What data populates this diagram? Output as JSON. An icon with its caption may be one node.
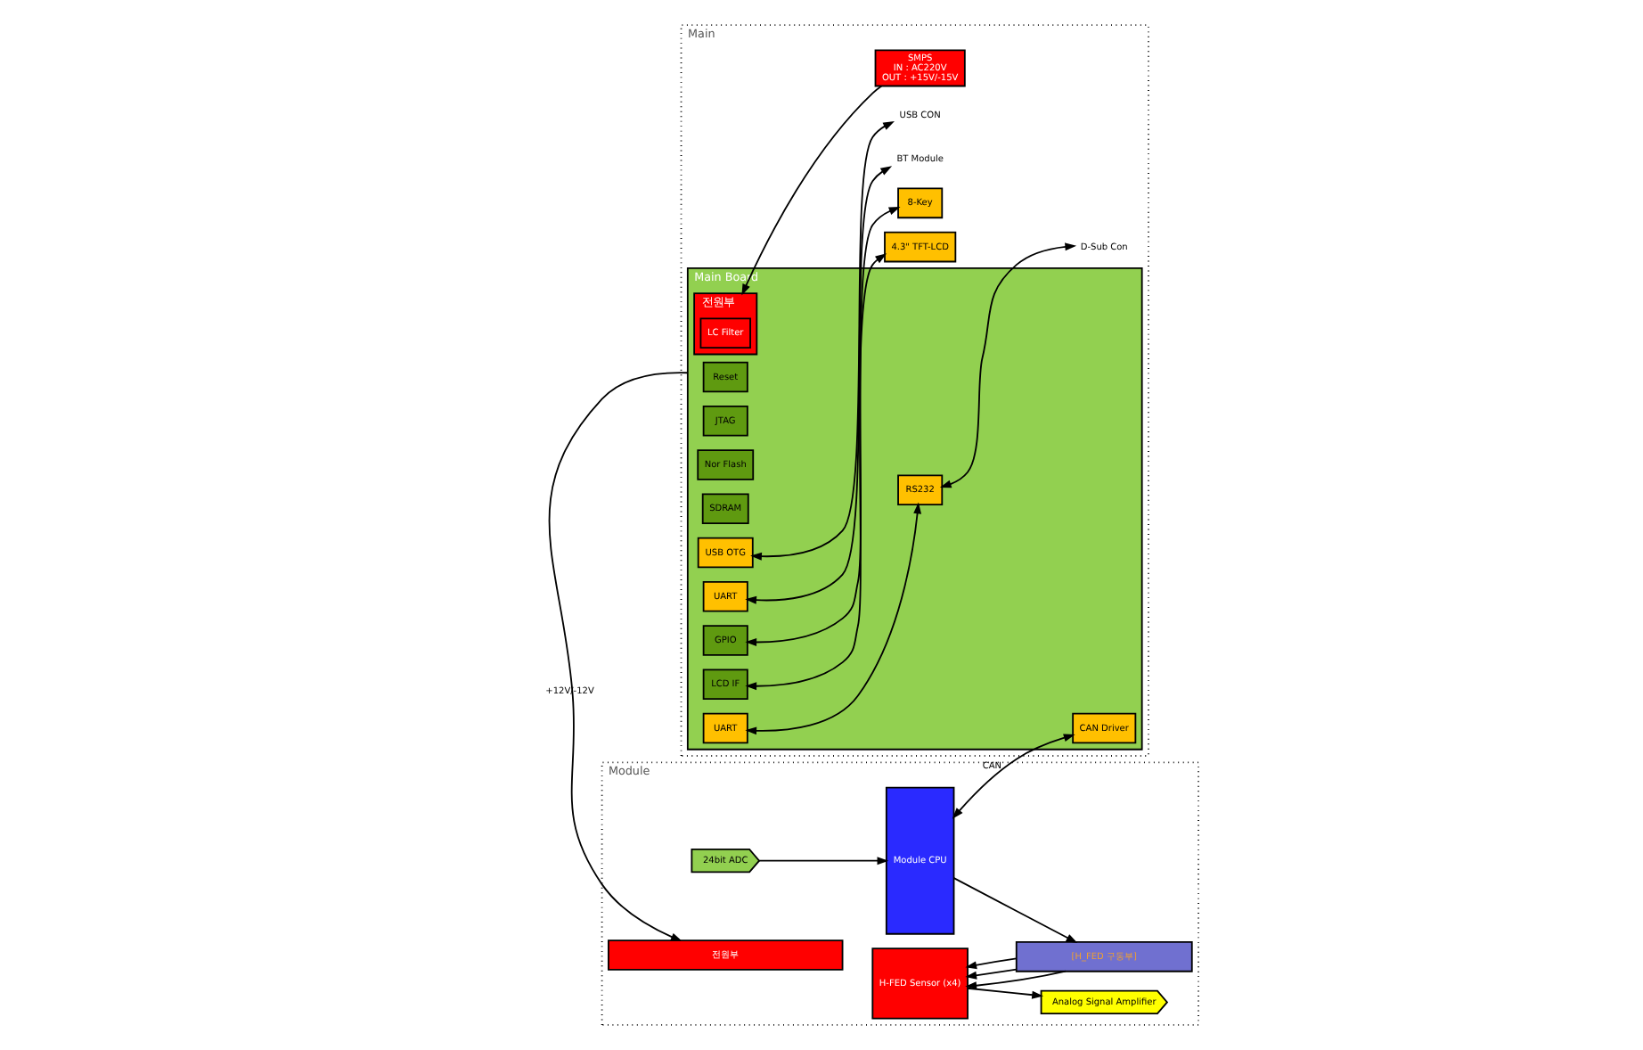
{
  "diagram": {
    "nodes": [
      {
        "text": [
          "Module"
        ]
      },
      {
        "text": [
          "H-FED Sensor (x4)"
        ],
        "in": 0
      },
      {
        "text": [
          "Analog Signal Amplifier"
        ],
        "in": 0
      },
      {
        "text": [
          "24bit ADC"
        ],
        "in": 0
      },
      {
        "text": [
          "Module CPU"
        ],
        "in": 0
      },
      {
        "text": [
          "[H_FED 구동부]"
        ],
        "in": 0
      },
      {
        "text": [
          "전원부"
        ],
        "in": 0
      },
      {
        "text": [
          "Main"
        ]
      },
      {
        "text": [
          "Main Board"
        ],
        "in": 7
      },
      {
        "text": [
          "Reset"
        ],
        "in": 8
      },
      {
        "text": [
          "JTAG"
        ],
        "in": 8
      },
      {
        "text": [
          "Nor Flash"
        ],
        "in": 8
      },
      {
        "text": [
          "SDRAM"
        ],
        "in": 8
      },
      {
        "text": [
          "CAN Driver"
        ],
        "in": 8
      },
      {
        "text": [
          "LCD IF"
        ],
        "in": 8
      },
      {
        "text": [
          "GPIO"
        ],
        "in": 8
      },
      {
        "text": [
          "UART"
        ],
        "in": 8
      },
      {
        "text": [
          "UART"
        ],
        "in": 8
      },
      {
        "text": [
          "RS232"
        ],
        "in": 8
      },
      {
        "text": [
          "USB OTG"
        ],
        "in": 8
      },
      {
        "text": [
          "전원부"
        ],
        "in": 8
      },
      {
        "text": [
          "LC Filter"
        ],
        "in": 20
      },
      {
        "text": [
          "4.3\" TFT-LCD"
        ],
        "in": 7
      },
      {
        "text": [
          "8-Key"
        ],
        "in": 7
      },
      {
        "text": [
          "BT Module"
        ],
        "in": 7
      },
      {
        "text": [
          "D-Sub Con"
        ],
        "in": 7
      },
      {
        "text": [
          "USB CON"
        ],
        "in": 7
      },
      {
        "text": [
          "SMPS",
          "IN : AC220V",
          "OUT : +15V/-15V"
        ],
        "in": 7
      }
    ],
    "edges": [
      {
        "from": 1,
        "to": 2,
        "arrow": "to"
      },
      {
        "from": 3,
        "to": 4,
        "arrow": "to"
      },
      {
        "from": 5,
        "to": 1,
        "arrow": "to"
      },
      {
        "from": 5,
        "to": 1,
        "arrow": "to"
      },
      {
        "from": 5,
        "to": 1,
        "arrow": "to"
      },
      {
        "from": 4,
        "to": 5,
        "arrow": "to"
      },
      {
        "from": 4,
        "to": 13,
        "arrow": "both",
        "label": "CAN"
      },
      {
        "from": 14,
        "to": 22,
        "arrow": "both"
      },
      {
        "from": 15,
        "to": 23,
        "arrow": "both"
      },
      {
        "from": 16,
        "to": 24,
        "arrow": "both"
      },
      {
        "from": 17,
        "to": 18,
        "arrow": "both"
      },
      {
        "from": 18,
        "to": 25,
        "arrow": "both"
      },
      {
        "from": 19,
        "to": 26,
        "arrow": "both"
      },
      {
        "from": 27,
        "to": 20,
        "arrow": "to"
      },
      {
        "from": 8,
        "to": 6,
        "arrow": "to",
        "label": "+12V/-12V"
      }
    ]
  }
}
